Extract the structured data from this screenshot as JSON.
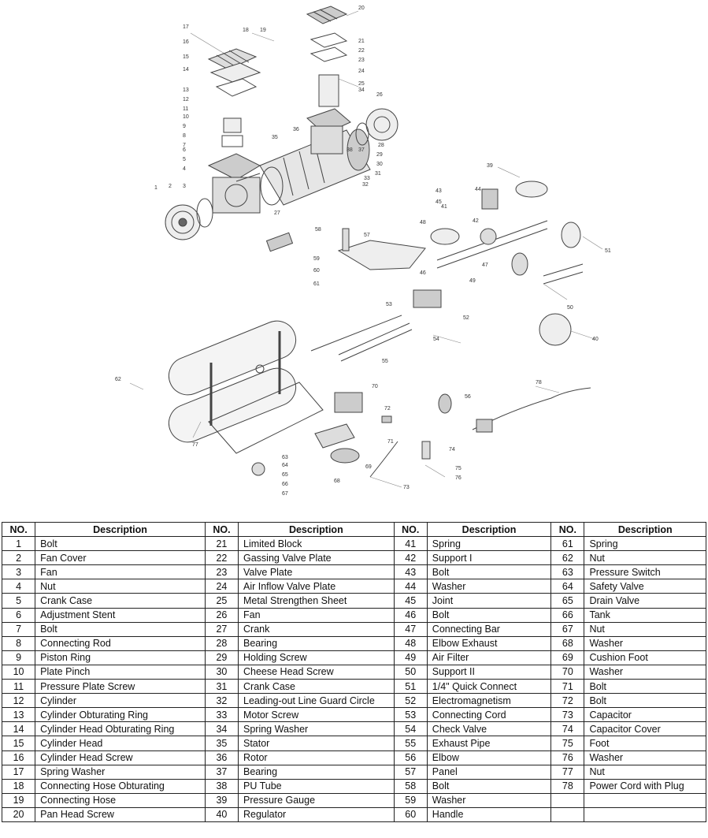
{
  "diagram": {
    "labels": [
      "1",
      "2",
      "3",
      "4",
      "5",
      "6",
      "7",
      "8",
      "9",
      "10",
      "11",
      "12",
      "13",
      "14",
      "15",
      "16",
      "17",
      "18",
      "19",
      "20",
      "21",
      "22",
      "23",
      "24",
      "25",
      "26",
      "27",
      "28",
      "29",
      "30",
      "31",
      "32",
      "33",
      "34",
      "35",
      "36",
      "37",
      "38",
      "39",
      "40",
      "41",
      "42",
      "43",
      "44",
      "45",
      "46",
      "47",
      "48",
      "49",
      "50",
      "51",
      "52",
      "53",
      "54",
      "55",
      "56",
      "57",
      "58",
      "59",
      "60",
      "61",
      "62",
      "63",
      "64",
      "65",
      "66",
      "67",
      "68",
      "69",
      "70",
      "71",
      "72",
      "73",
      "74",
      "75",
      "76",
      "77",
      "78"
    ]
  },
  "table": {
    "headers": [
      "NO.",
      "Description",
      "NO.",
      "Description",
      "NO.",
      "Description",
      "NO.",
      "Description"
    ],
    "rows": [
      [
        "1",
        "Bolt",
        "21",
        "Limited Block",
        "41",
        "Spring",
        "61",
        "Spring"
      ],
      [
        "2",
        "Fan Cover",
        "22",
        "Gassing Valve Plate",
        "42",
        "Support I",
        "62",
        "Nut"
      ],
      [
        "3",
        "Fan",
        "23",
        "Valve Plate",
        "43",
        "Bolt",
        "63",
        "Pressure Switch"
      ],
      [
        "4",
        "Nut",
        "24",
        "Air Inflow Valve Plate",
        "44",
        "Washer",
        "64",
        "Safety Valve"
      ],
      [
        "5",
        "Crank Case",
        "25",
        "Metal Strengthen Sheet",
        "45",
        "Joint",
        "65",
        "Drain Valve"
      ],
      [
        "6",
        "Adjustment Stent",
        "26",
        "Fan",
        "46",
        "Bolt",
        "66",
        "Tank"
      ],
      [
        "7",
        "Bolt",
        "27",
        "Crank",
        "47",
        "Connecting Bar",
        "67",
        "Nut"
      ],
      [
        "8",
        "Connecting Rod",
        "28",
        "Bearing",
        "48",
        "Elbow Exhaust",
        "68",
        "Washer"
      ],
      [
        "9",
        "Piston Ring",
        "29",
        "Holding Screw",
        "49",
        "Air Filter",
        "69",
        "Cushion Foot"
      ],
      [
        "10",
        "Plate Pinch",
        "30",
        "Cheese Head Screw",
        "50",
        "Support II",
        "70",
        "Washer"
      ],
      [
        "11",
        "Pressure Plate Screw",
        "31",
        "Crank Case",
        "51",
        "1/4\" Quick Connect",
        "71",
        "Bolt"
      ],
      [
        "12",
        "Cylinder",
        "32",
        "Leading-out Line Guard Circle",
        "52",
        "Electromagnetism",
        "72",
        "Bolt"
      ],
      [
        "13",
        "Cylinder Obturating Ring",
        "33",
        "Motor Screw",
        "53",
        "Connecting Cord",
        "73",
        "Capacitor"
      ],
      [
        "14",
        "Cylinder Head Obturating Ring",
        "34",
        "Spring Washer",
        "54",
        "Check Valve",
        "74",
        "Capacitor Cover"
      ],
      [
        "15",
        "Cylinder Head",
        "35",
        "Stator",
        "55",
        "Exhaust Pipe",
        "75",
        "Foot"
      ],
      [
        "16",
        "Cylinder Head Screw",
        "36",
        "Rotor",
        "56",
        "Elbow",
        "76",
        "Washer"
      ],
      [
        "17",
        "Spring Washer",
        "37",
        "Bearing",
        "57",
        "Panel",
        "77",
        "Nut"
      ],
      [
        "18",
        "Connecting Hose Obturating",
        "38",
        "PU Tube",
        "58",
        "Bolt",
        "78",
        "Power Cord with Plug"
      ],
      [
        "19",
        "Connecting Hose",
        "39",
        "Pressure Gauge",
        "59",
        "Washer",
        "",
        ""
      ],
      [
        "20",
        "Pan Head Screw",
        "40",
        "Regulator",
        "60",
        "Handle",
        "",
        ""
      ]
    ]
  }
}
